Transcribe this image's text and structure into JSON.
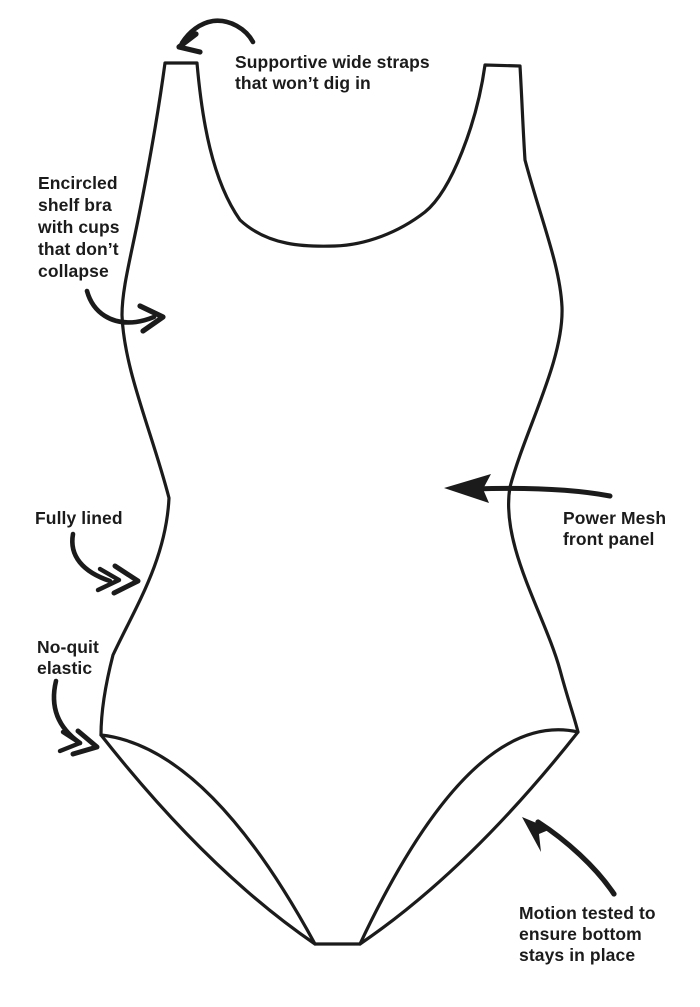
{
  "figure": {
    "subject": "one-piece-swimsuit-outline",
    "background_color": "#ffffff",
    "ink_color": "#1b1b1b",
    "labels": {
      "straps": "Supportive wide straps\nthat won’t dig in",
      "shelf_bra": "Encircled\nshelf bra\nwith cups\nthat don’t\ncollapse",
      "lined": "Fully lined",
      "elastic": "No-quit\nelastic",
      "power_mesh": "Power Mesh\nfront panel",
      "motion": "Motion tested to\nensure bottom\nstays in place"
    }
  }
}
